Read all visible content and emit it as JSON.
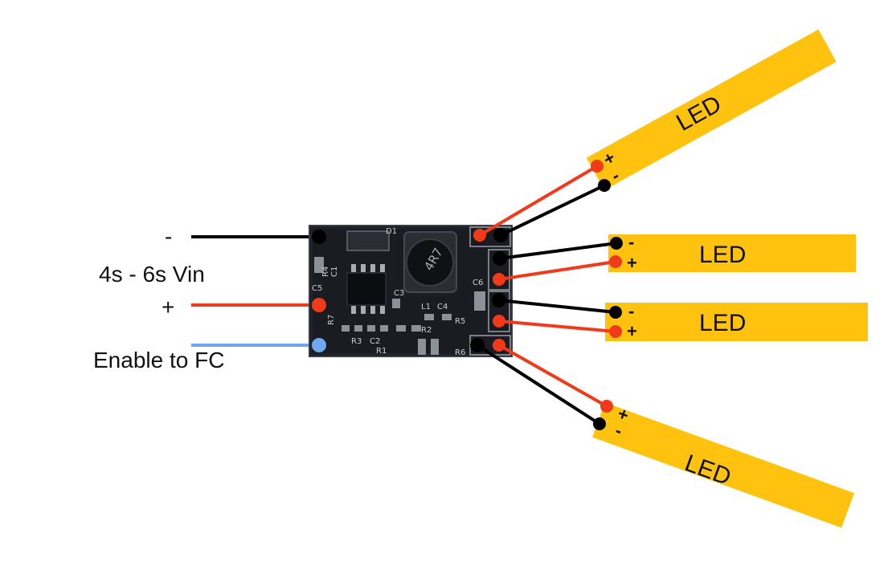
{
  "labels": {
    "vin_minus": "-",
    "vin_title": "4s - 6s Vin",
    "vin_plus": "+",
    "enable": "Enable to FC"
  },
  "leds": [
    {
      "label": "LED",
      "plus": "+",
      "minus": "-"
    },
    {
      "label": "LED",
      "plus": "+",
      "minus": "-"
    },
    {
      "label": "LED",
      "plus": "+",
      "minus": "-"
    },
    {
      "label": "LED",
      "plus": "+",
      "minus": "-"
    }
  ],
  "pcb_silkscreen": {
    "inductor": "4R7",
    "refs": [
      "D1",
      "C1",
      "R4",
      "C5",
      "R7",
      "C3",
      "L1",
      "C4",
      "R5",
      "R2",
      "R3",
      "C2",
      "R1",
      "R6",
      "C6"
    ]
  },
  "colors": {
    "led_strip": "#ffc20e",
    "wire_positive": "#f03a1a",
    "wire_negative": "#000000",
    "wire_enable": "#6fa8f0",
    "pcb": "#1a1c22"
  }
}
